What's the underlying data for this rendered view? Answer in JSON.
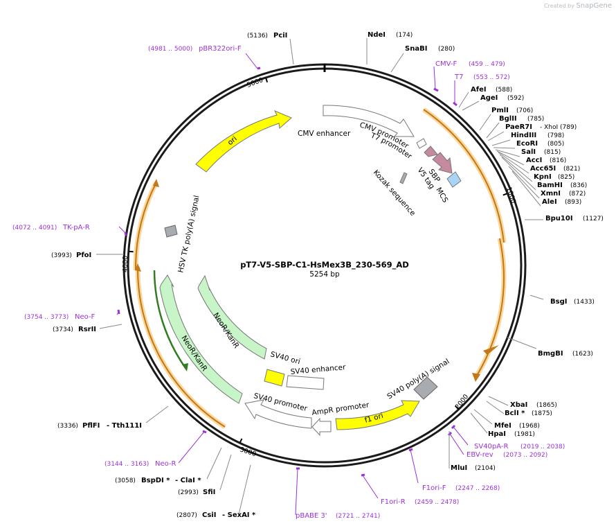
{
  "brand": {
    "prefix": "Created by",
    "name": "SnapGene"
  },
  "plasmid": {
    "name": "pT7-V5-SBP-C1-HsMex3B_230-569_AD",
    "size_label": "5254 bp"
  },
  "ticks": [
    "1000",
    "2000",
    "3000",
    "4000",
    "5000"
  ],
  "sites": [
    {
      "pre": "",
      "name": "NdeI",
      "post": "(174)"
    },
    {
      "pre": "",
      "name": "SnaBI",
      "post": "(280)"
    },
    {
      "pre": "",
      "name": "AfeI",
      "post": "(588)"
    },
    {
      "pre": "",
      "name": "AgeI",
      "post": "(592)"
    },
    {
      "pre": "",
      "name": "PmlI",
      "post": "(706)"
    },
    {
      "pre": "",
      "name": "BglII",
      "post": "(785)"
    },
    {
      "pre": "",
      "name": "PaeR7I",
      "post": "- XhoI   (789)"
    },
    {
      "pre": "",
      "name": "HindIII",
      "post": "(798)"
    },
    {
      "pre": "",
      "name": "EcoRI",
      "post": "(805)"
    },
    {
      "pre": "",
      "name": "SalI",
      "post": "(815)"
    },
    {
      "pre": "",
      "name": "AccI",
      "post": "(816)"
    },
    {
      "pre": "",
      "name": "Acc65I",
      "post": "(821)"
    },
    {
      "pre": "",
      "name": "KpnI",
      "post": "(825)"
    },
    {
      "pre": "",
      "name": "BamHI",
      "post": "(836)"
    },
    {
      "pre": "",
      "name": "XmnI",
      "post": "(872)"
    },
    {
      "pre": "",
      "name": "AleI",
      "post": "(893)"
    },
    {
      "pre": "",
      "name": "Bpu10I",
      "post": "(1127)"
    },
    {
      "pre": "",
      "name": "BsgI",
      "post": "(1433)"
    },
    {
      "pre": "",
      "name": "BmgBI",
      "post": "(1623)"
    },
    {
      "pre": "",
      "name": "XbaI",
      "post": "(1865)"
    },
    {
      "pre": "",
      "name": "BclI *",
      "post": "(1875)"
    },
    {
      "pre": "",
      "name": "MfeI",
      "post": "(1968)"
    },
    {
      "pre": "",
      "name": "HpaI",
      "post": "(1981)"
    },
    {
      "pre": "",
      "name": "MluI",
      "post": "(2104)"
    },
    {
      "pre": "(5136)",
      "name": "PciI",
      "post": ""
    },
    {
      "pre": "(3993)",
      "name": "PfoI",
      "post": ""
    },
    {
      "pre": "(3734)",
      "name": "RsrII",
      "post": ""
    },
    {
      "pre": "(3336)",
      "name": "PflFI",
      "post": "- Tth111I"
    },
    {
      "pre": "(3058)",
      "name": "BspDI *",
      "post": "- ClaI *"
    },
    {
      "pre": "(2993)",
      "name": "SfiI",
      "post": ""
    },
    {
      "pre": "(2807)",
      "name": "CsiI",
      "post": "- SexAI *"
    }
  ],
  "primers": [
    {
      "name": "pBR322ori-F",
      "range": "(4981 .. 5000)"
    },
    {
      "name": "CMV-F",
      "range": "(459 .. 479)"
    },
    {
      "name": "T7",
      "range": "(553 .. 572)"
    },
    {
      "name": "TK-pA-R",
      "range": "(4072 .. 4091)"
    },
    {
      "name": "Neo-F",
      "range": "(3754 .. 3773)"
    },
    {
      "name": "SV40pA-R",
      "range": "(2019 .. 2038)"
    },
    {
      "name": "EBV-rev",
      "range": "(2073 .. 2092)"
    },
    {
      "name": "F1ori-F",
      "range": "(2247 .. 2268)"
    },
    {
      "name": "F1ori-R",
      "range": "(2459 .. 2478)"
    },
    {
      "name": "pBABE 3'",
      "range": "(2721 .. 2741)"
    },
    {
      "name": "Neo-R",
      "range": "(3144 .. 3163)"
    }
  ],
  "features": {
    "cmv_enhancer": "CMV enhancer",
    "cmv_promoter": "CMV promoter",
    "t7_promoter": "T7 promoter",
    "sbp": "SBP",
    "v5_tag": "V5 tag",
    "mcs": "MCS",
    "kozak": "Kozak sequence",
    "ori": "ori",
    "hsv_tk": "HSV TK poly(A) signal",
    "neo_outer": "NeoR/KanR",
    "neo_inner": "NeoR/KanR",
    "sv40_ori": "SV40 ori",
    "sv40_enhancer": "SV40 enhancer",
    "sv40_promoter": "SV40 promoter",
    "ampr_promoter": "AmpR promoter",
    "f1_ori": "f1 ori",
    "sv40_polya": "SV40 poly(A) signal"
  },
  "colors": {
    "backbone": "#1a1a1a",
    "ori": "#ffff00",
    "neo": "#c8f5c8",
    "orf_orange": "#c07818",
    "orf_glow": "#fbd79a",
    "orf_green": "#2f7d1f",
    "primer": "#9b30d9",
    "sbp": "#c58aa0",
    "mcs": "#a9d4f5",
    "gray_feature": "#a8acb0"
  }
}
